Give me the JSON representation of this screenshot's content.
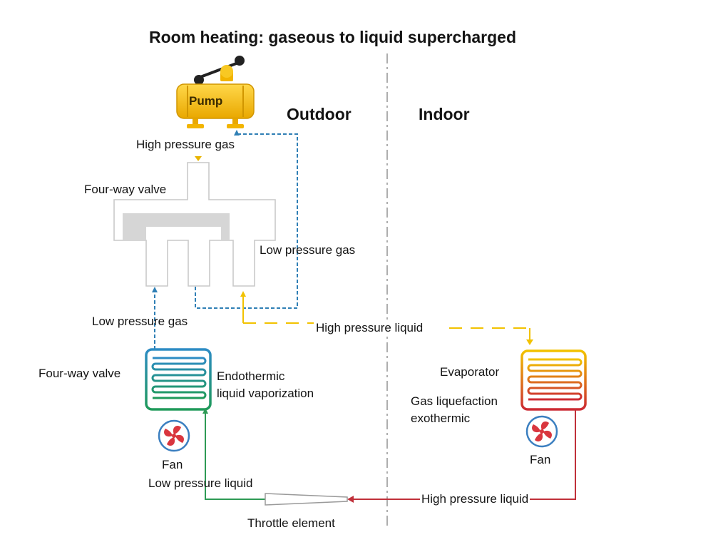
{
  "title": "Room heating: gaseous to liquid  supercharged",
  "zones": {
    "outdoor": "Outdoor",
    "indoor": "Indoor"
  },
  "labels": {
    "pump": "Pump",
    "high_pressure_gas": "High pressure gas",
    "four_way_valve_top": "Four-way valve",
    "low_pressure_gas_right": "Low pressure gas",
    "low_pressure_gas_left": "Low pressure gas",
    "high_pressure_liquid_top": "High pressure liquid",
    "four_way_valve_bottom": "Four-way valve",
    "endothermic_line1": "Endothermic",
    "endothermic_line2": "liquid vaporization",
    "evaporator": "Evaporator",
    "gas_liquefaction_line1": "Gas liquefaction",
    "gas_liquefaction_line2": "exothermic",
    "fan_left": "Fan",
    "fan_right": "Fan",
    "low_pressure_liquid": "Low pressure liquid",
    "high_pressure_liquid_bottom": "High pressure liquid",
    "throttle_element": "Throttle element"
  },
  "colors": {
    "low_pressure_gas_line": "#2f7fb5",
    "high_pressure_liquid_line": "#f2c200",
    "low_pressure_liquid_line": "#2e9a55",
    "high_pressure_liquid_return": "#c0303a",
    "pump_body": "#f5b800",
    "indoor_coil_top": "#f2c200",
    "indoor_coil_bottom": "#cc2a33",
    "outdoor_coil_top": "#2d8cc4",
    "outdoor_coil_bottom": "#1f9a5a",
    "fan_blade": "#d9363e",
    "fan_ring": "#3b7fc0",
    "divider": "#9a9a9a"
  },
  "icons": [
    "pump-icon",
    "four-way-valve-icon",
    "outdoor-coil-icon",
    "indoor-coil-icon",
    "fan-icon",
    "throttle-element-icon"
  ]
}
